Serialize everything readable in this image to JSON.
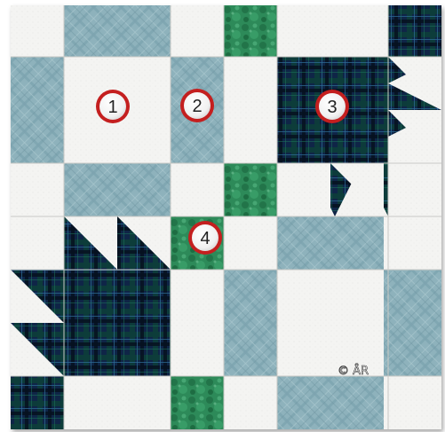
{
  "markers": [
    {
      "label": "1"
    },
    {
      "label": "2"
    },
    {
      "label": "3"
    },
    {
      "label": "4"
    }
  ],
  "watermark": "© ÅR",
  "colors": {
    "background": "#f3f3f1",
    "light_blue_plaid": "#8fb3bd",
    "navy_plaid": "#0f2a4a",
    "green_batik": "#2f8f5d",
    "marker_ring": "#c41f1f",
    "marker_fill": "#ffffff"
  }
}
